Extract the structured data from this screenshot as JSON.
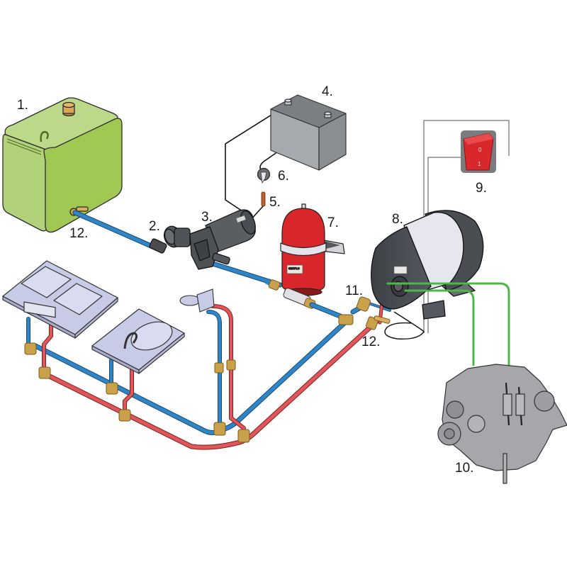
{
  "title": "Boat fresh water system diagram",
  "colors": {
    "cold_pipe": "#2e86c8",
    "hot_pipe": "#e0565a",
    "coolant_line": "#4cb848",
    "tank": "#a6cc5c",
    "fitting": "#c9a14a",
    "battery": "#8e9398",
    "accumulator": "#d8262a",
    "switch": "#d8282c",
    "heater": "#4a4d52",
    "engine": "#a5a7aa",
    "sink": "#c8cbe6"
  },
  "labels": {
    "tank": "1.",
    "strainer": "2.",
    "pump": "3.",
    "battery": "4.",
    "fuse": "5.",
    "pressure_switch": "6.",
    "accumulator": "7.",
    "water_heater": "8.",
    "rocker_switch": "9.",
    "engine": "10.",
    "non_return_valve": "11.",
    "valve_tank": "12.",
    "valve_heater": "12."
  },
  "switch": {
    "off_mark": "0",
    "on_mark": "1"
  },
  "accumulator_brand": "SEAFLO"
}
